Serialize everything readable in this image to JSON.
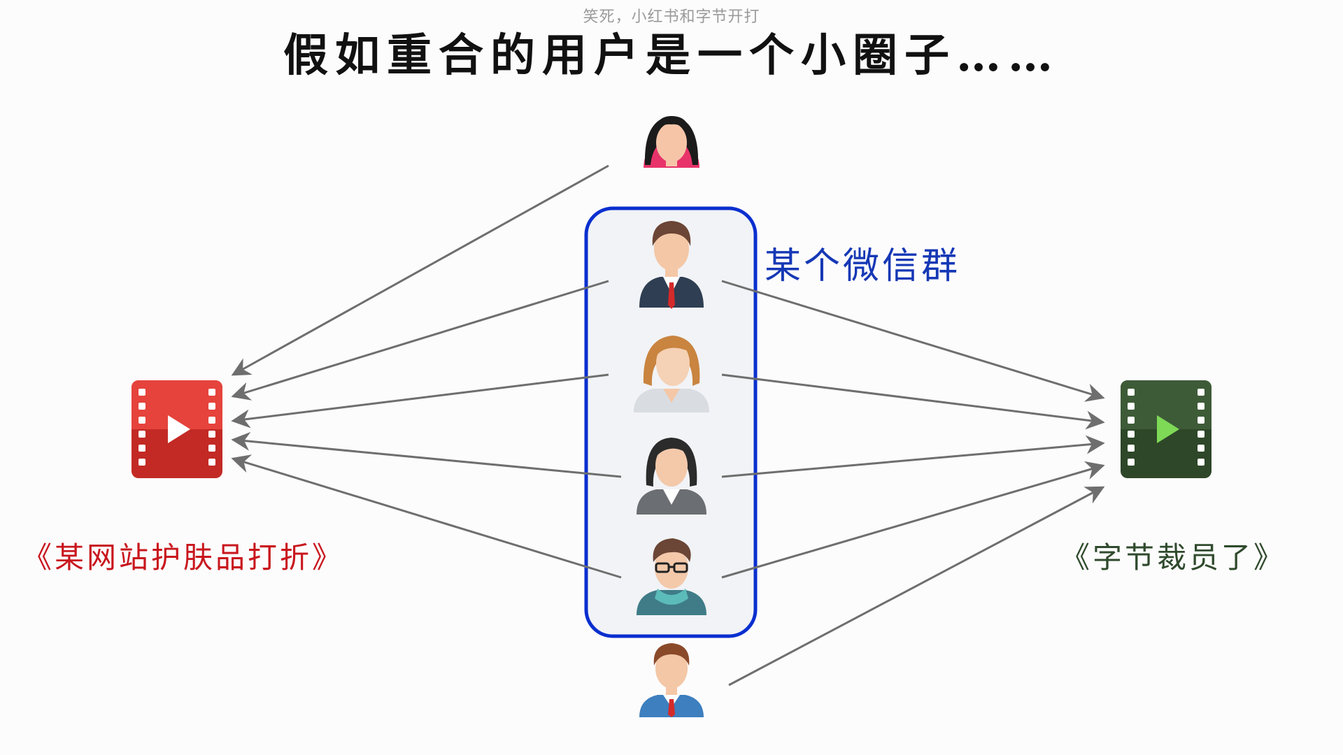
{
  "watermark": "笑死，小红书和字节开打",
  "title": "假如重合的用户是一个小圈子……",
  "group": {
    "label": "某个微信群"
  },
  "left_video": {
    "label": "《某网站护肤品打折》",
    "color": "#e03a36"
  },
  "right_video": {
    "label": "《字节裁员了》",
    "color": "#3e5b38"
  },
  "icons": {
    "top_user": "woman-avatar-icon",
    "group_members": [
      "businessman-avatar-icon",
      "woman-avatar-icon",
      "businesswoman-avatar-icon",
      "man-with-glasses-avatar-icon"
    ],
    "bottom_user": "man-avatar-icon",
    "videos": "video-play-icon"
  },
  "colors": {
    "group_border": "#0a2fcf",
    "arrow": "#6e6e6e"
  }
}
